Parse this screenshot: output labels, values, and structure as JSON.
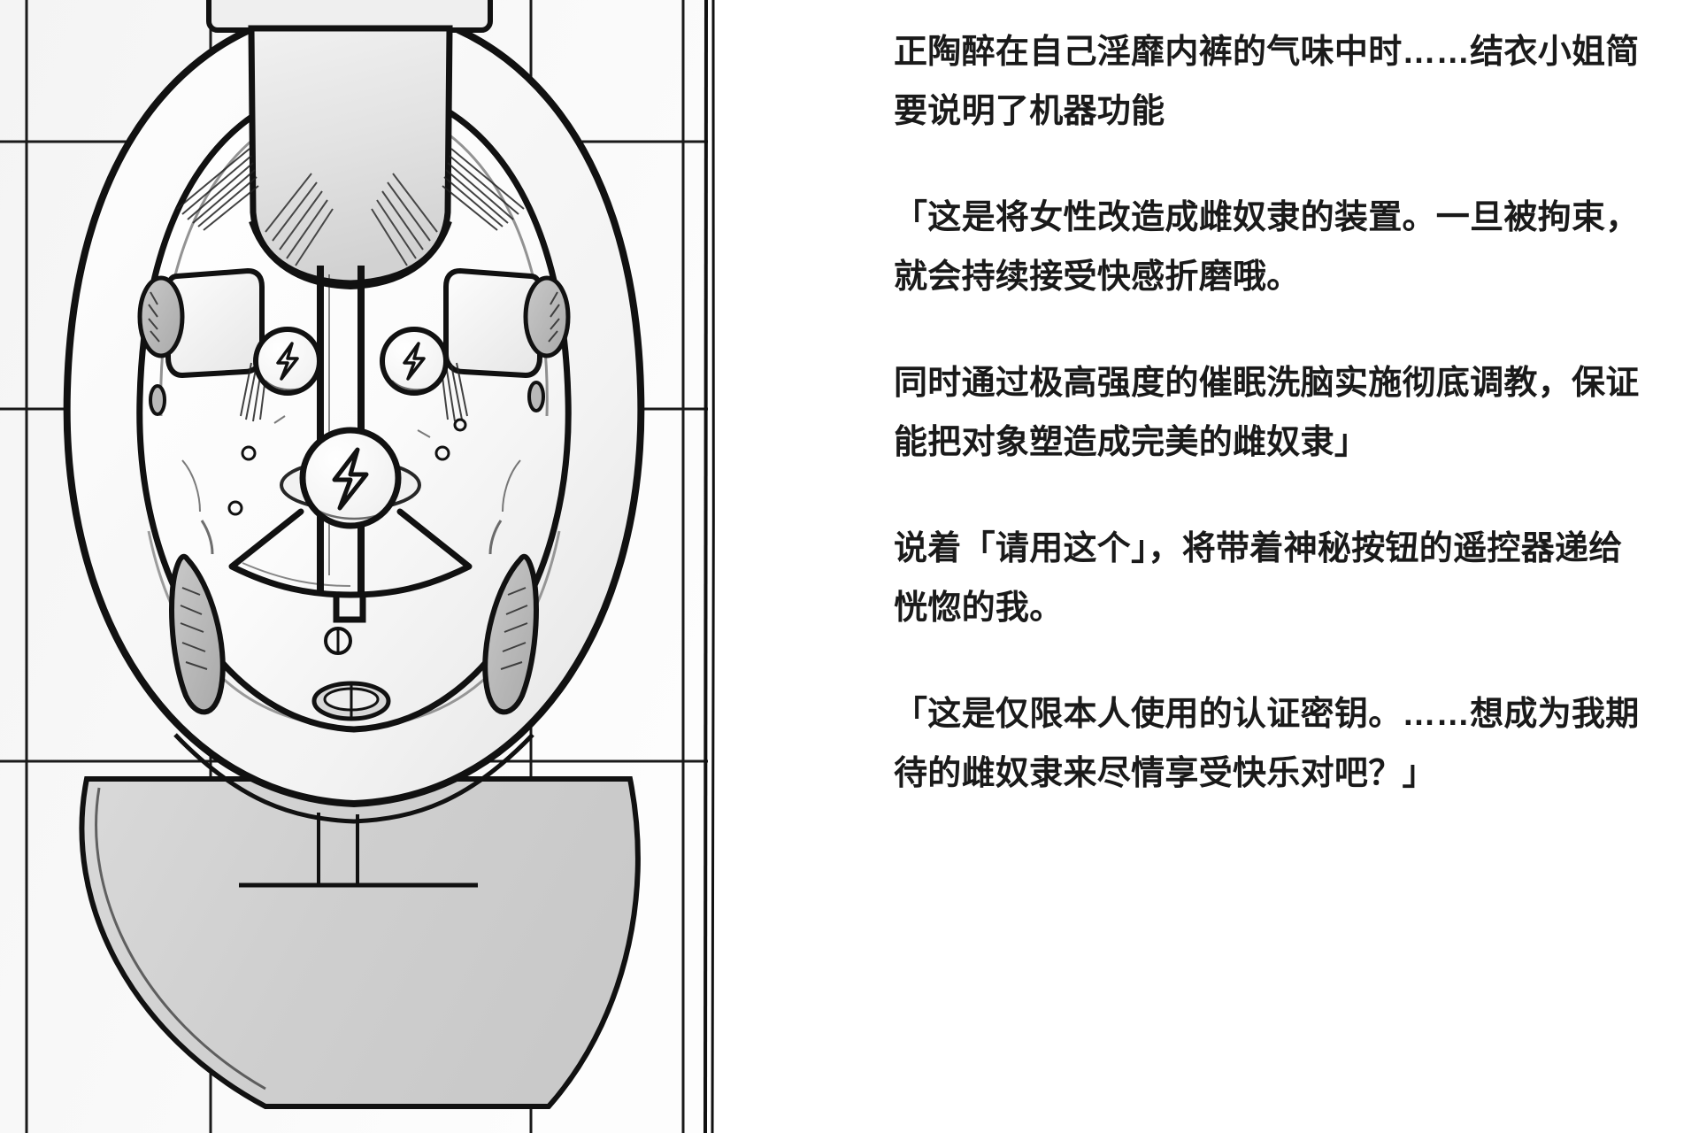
{
  "page": {
    "kind": "manga-page",
    "background_color": "#ffffff",
    "ink_color": "#111111",
    "panel_count": 2
  },
  "illustration": {
    "data_name": "toilet-device-illustration",
    "description": "Top-down line-art of a white toilet-shaped restraint machine set in a tiled bathroom",
    "style": "black-and-white manga line art with grey gradient shading",
    "parts": [
      {
        "label": "wall-tile-grid",
        "icon": "tile-grid"
      },
      {
        "label": "toilet-bowl-rim",
        "icon": "oval-rim"
      },
      {
        "label": "toilet-tank-lid",
        "icon": "rounded-rectangle"
      },
      {
        "label": "left-restraint-cuff",
        "icon": "cuff-block"
      },
      {
        "label": "right-restraint-cuff",
        "icon": "cuff-block"
      },
      {
        "label": "left-electro-pad",
        "icon": "lightning-icon"
      },
      {
        "label": "right-electro-pad",
        "icon": "lightning-icon"
      },
      {
        "label": "center-electro-pad",
        "icon": "lightning-icon"
      },
      {
        "label": "y-shaped-saddle-bar",
        "icon": "y-bar"
      },
      {
        "label": "left-leg-pad",
        "icon": "oval-pad"
      },
      {
        "label": "right-leg-pad",
        "icon": "oval-pad"
      },
      {
        "label": "drain-port",
        "icon": "oval-port"
      },
      {
        "label": "bowl-pedestal",
        "icon": "pedestal"
      }
    ]
  },
  "narration": {
    "data_name": "narration-column",
    "paragraphs": [
      "正陶醉在自己淫靡内裤的气味中时……结衣小姐简要说明了机器功能",
      "「这是将女性改造成雌奴隶的装置。一旦被拘束，就会持续接受快感折磨哦。",
      "同时通过极高强度的催眠洗脑实施彻底调教，保证能把对象塑造成完美的雌奴隶」",
      "说着「请用这个」，将带着神秘按钮的遥控器递给恍惚的我。",
      "「这是仅限本人使用的认证密钥。……想成为我期待的雌奴隶来尽情享受快乐对吧？」"
    ]
  }
}
